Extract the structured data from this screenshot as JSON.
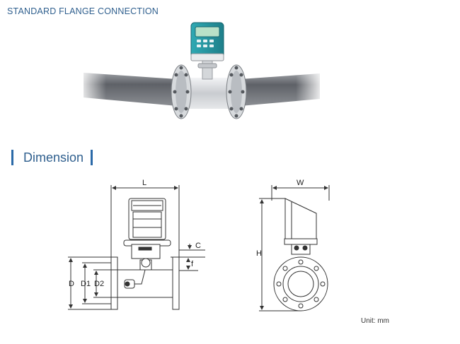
{
  "header": {
    "title": "STANDARD FLANGE CONNECTION"
  },
  "section": {
    "title": "Dimension"
  },
  "labels": {
    "L": "L",
    "W": "W",
    "C": "C",
    "f": "f",
    "H": "H",
    "D": "D",
    "D1": "D1",
    "D2": "D2"
  },
  "unit": "Unit:  mm",
  "colors": {
    "accent": "#2b6aa8",
    "heading": "#2f5f8e",
    "meter_head": "#2a9aa6",
    "pipe": "#6d7076"
  }
}
